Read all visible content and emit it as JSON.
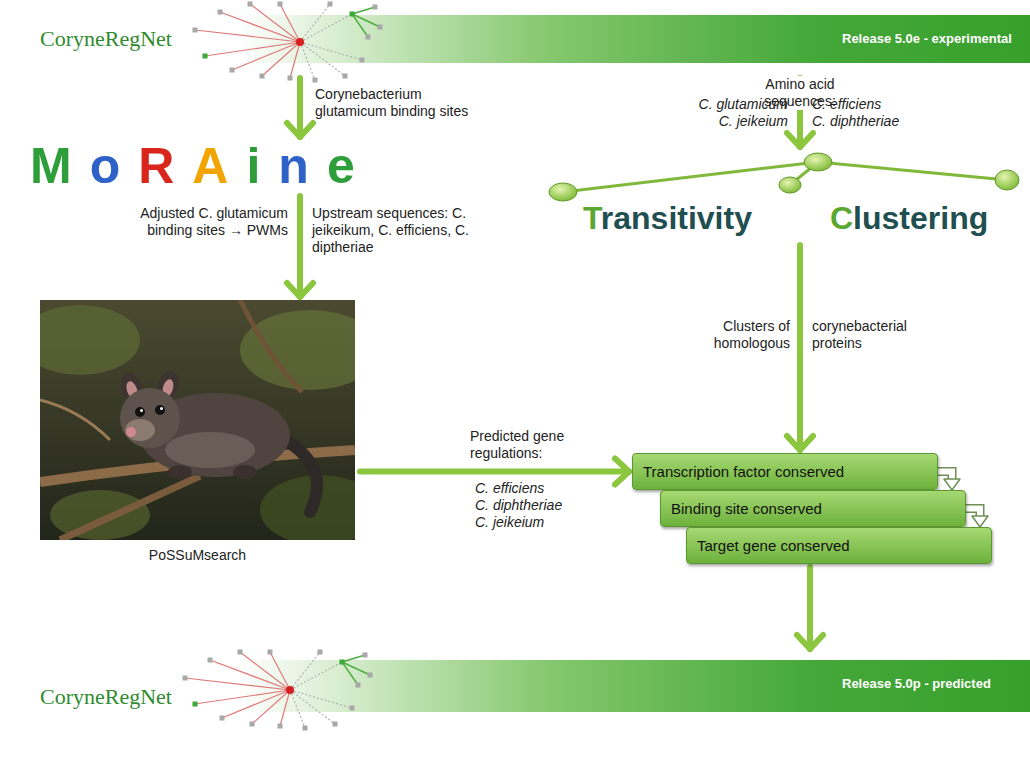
{
  "diagram": {
    "nodes": [
      {
        "text": [
          "CoryneRegNet",
          "Release 5.0e - experimental"
        ]
      },
      {
        "text": [
          "MoRAine"
        ]
      },
      {
        "text": [
          "Transitivity",
          "Clustering"
        ]
      },
      {
        "text": [
          "PoSSuMsearch"
        ]
      },
      {
        "text": [
          "Transcription factor conserved"
        ]
      },
      {
        "text": [
          "Binding site conserved"
        ]
      },
      {
        "text": [
          "Target gene conserved"
        ]
      },
      {
        "text": [
          "CoryneRegNet",
          "Release 5.0p - predicted"
        ]
      }
    ],
    "edges": [
      {
        "from": 0,
        "to": 1,
        "arrow": "to",
        "label": "Corynebacterium glutamicum binding sites"
      },
      {
        "from": 0,
        "to": 2,
        "arrow": "to",
        "label": "Amino acid sequences:"
      },
      {
        "from": 1,
        "to": 3,
        "arrow": "to",
        "label": "Adjusted C. glutamicum binding sites → PWMs"
      },
      {
        "from": 2,
        "to": 4,
        "arrow": "to",
        "label": "Clusters of homologous"
      },
      {
        "from": 3,
        "to": 4,
        "arrow": "to",
        "label": "Predicted gene regulations:"
      },
      {
        "from": 4,
        "to": 5,
        "arrow": "to"
      },
      {
        "from": 5,
        "to": 6,
        "arrow": "to"
      },
      {
        "from": 6,
        "to": 7,
        "arrow": "to"
      }
    ],
    "labels": [
      "C. glutamicum",
      "C. efficiens",
      "C. jeikeium",
      "C. diphtheriae",
      "Upstream sequences: C. jeikeikum, C. efficiens, C. diptheriae",
      "corynebacterial proteins",
      "C. efficiens",
      "C. diphtheriae",
      "C. jeikeium"
    ]
  }
}
